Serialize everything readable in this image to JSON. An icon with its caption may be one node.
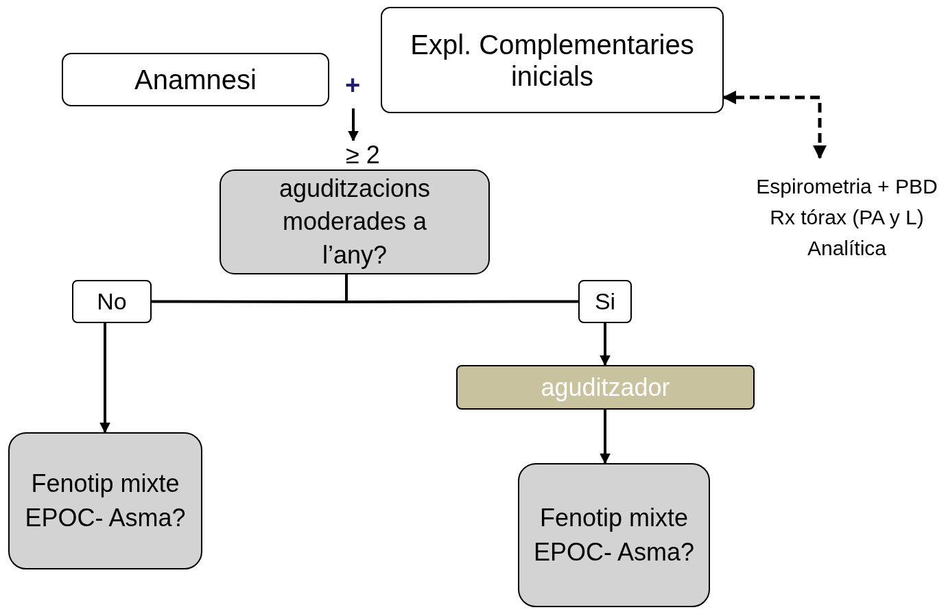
{
  "diagram": {
    "nodes": [
      {
        "text": [
          "Anamnesi"
        ]
      },
      {
        "text": [
          "Expl. Complementaries inicials"
        ]
      },
      {
        "text": [
          "≥ 2",
          "aguditzacions moderades a l’any?"
        ]
      },
      {
        "text": [
          "No"
        ]
      },
      {
        "text": [
          "Si"
        ]
      },
      {
        "text": [
          "Espirometria + PBD",
          "Rx tórax (PA y L)",
          "Analítica"
        ]
      },
      {
        "text": [
          "Fenotip mixte EPOC- Asma?"
        ]
      },
      {
        "text": [
          "aguditzador"
        ]
      },
      {
        "text": [
          "Fenotip mixte EPOC- Asma?"
        ]
      }
    ],
    "edges": [
      {
        "from": null,
        "to": 2,
        "arrow": "to"
      },
      {
        "from": 2,
        "to": 3,
        "arrow": "none"
      },
      {
        "from": 2,
        "to": 4,
        "arrow": "none"
      },
      {
        "from": 3,
        "to": 6,
        "arrow": "to"
      },
      {
        "from": 4,
        "to": 7,
        "arrow": "to"
      },
      {
        "from": 7,
        "to": 8,
        "arrow": "to"
      },
      {
        "from": 5,
        "to": 1,
        "arrow": "both",
        "style": "dashed"
      }
    ],
    "labels": [
      "+"
    ]
  }
}
